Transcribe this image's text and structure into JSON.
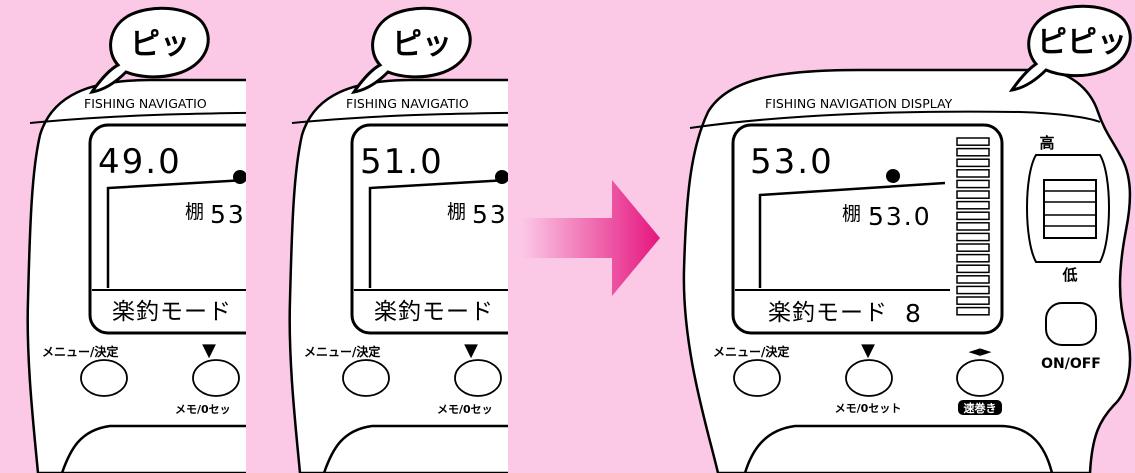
{
  "devices": [
    {
      "bubble": "ピッ",
      "brand": "FISHING NAVIGATIO",
      "depth": "49.0",
      "tana_label": "棚",
      "tana_value": "53",
      "mode": "楽釣モード",
      "button_menu_label": "メニュー/決定",
      "button_down_symbol": "▼",
      "button_memo_label": "メモ/0セッ"
    },
    {
      "bubble": "ピッ",
      "brand": "FISHING NAVIGATIO",
      "depth": "51.0",
      "tana_label": "棚",
      "tana_value": "53",
      "mode": "楽釣モード",
      "button_menu_label": "メニュー/決定",
      "button_down_symbol": "▼",
      "button_memo_label": "メモ/0セッ"
    },
    {
      "bubble": "ピピッ",
      "brand": "FISHING NAVIGATION DISPLAY",
      "depth": "53.0",
      "tana_label": "棚",
      "tana_value": "53.0",
      "mode": "楽釣モード",
      "mode_value": "8",
      "button_menu_label": "メニュー/決定",
      "button_down_symbol": "▼",
      "button_memo_label": "メモ/0セット",
      "button_lr_symbol": "◄►",
      "button_fast_label": "速巻き",
      "dial_high": "高",
      "dial_low": "低",
      "power_label": "ON/OFF"
    }
  ],
  "arrow_icon": "right-arrow-icon",
  "colors": {
    "background": "#fbc8e6",
    "arrow_start": "#fbc8e6",
    "arrow_end": "#e5167f",
    "device_fill": "#ffffff",
    "ink": "#000000"
  }
}
